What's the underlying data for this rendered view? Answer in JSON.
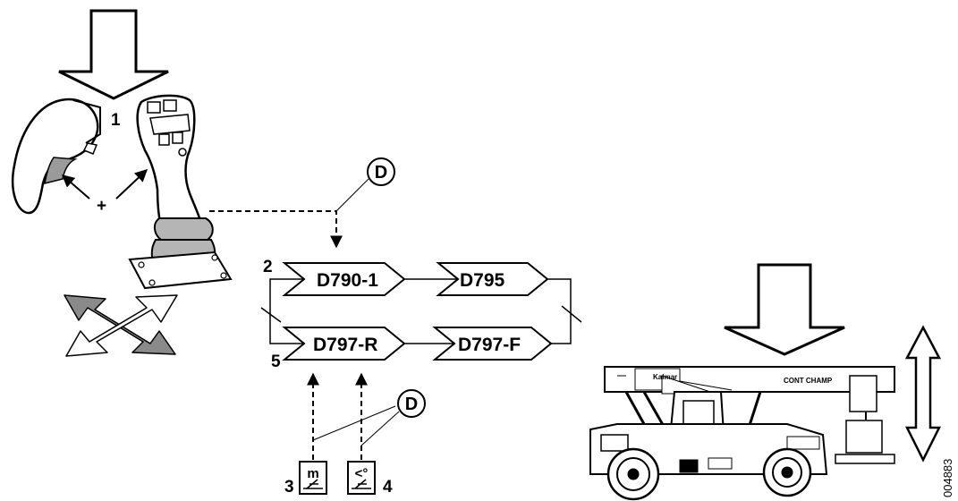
{
  "colors": {
    "stroke": "#000000",
    "background": "#ffffff",
    "arrow_gray": "#8a8a8a",
    "joystick_gray": "#b5b5b5"
  },
  "callout_marker": "D",
  "numbers": {
    "joystick_button": "1",
    "branch_upper": "2",
    "sensor_load": "3",
    "sensor_angle": "4",
    "branch_lower": "5"
  },
  "modules": {
    "top_left": "D790-1",
    "top_right": "D795",
    "bottom_left": "D797-R",
    "bottom_right": "D797-F"
  },
  "sensor_symbols": {
    "load": "m",
    "angle": "<°"
  },
  "joystick_plus": "+",
  "machine_labels": {
    "boom_text": "CONT CHAMP",
    "brand": "Kalmar"
  },
  "document_id": "004883",
  "icons": [
    "down-arrow-icon",
    "joystick-icon",
    "diagonal-arrows-icon",
    "reach-stacker-icon",
    "vertical-double-arrow-icon",
    "load-sensor-icon",
    "angle-sensor-icon"
  ]
}
